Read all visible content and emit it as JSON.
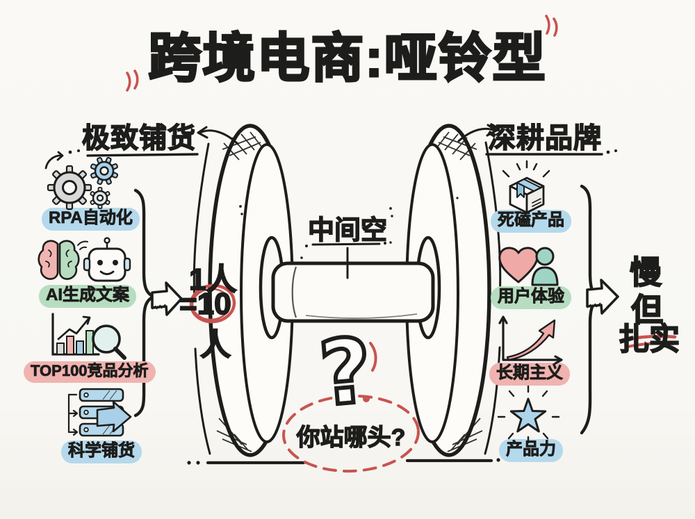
{
  "title": {
    "text": "跨境电商:哑铃型"
  },
  "left_section": {
    "heading": "极致铺货",
    "items": [
      {
        "icon": "gears-icon",
        "label": "RPA自动化",
        "highlight": "#b5d9ec"
      },
      {
        "icon": "brain-robot-icon",
        "label": "AI生成文案",
        "highlight": "#b7ddc0"
      },
      {
        "icon": "bar-chart-magnifier-icon",
        "label": "TOP100竞品分析",
        "highlight": "#f0b3b0"
      },
      {
        "icon": "servers-flow-icon",
        "label": "科学铺货",
        "highlight": "#b5d9ec"
      }
    ],
    "result": {
      "line1": "1人",
      "line2": "=10",
      "line3": "人",
      "circled_value": "10"
    }
  },
  "dumbbell": {
    "bar_label": "中间空",
    "question_mark": "?",
    "question": "你站哪头?"
  },
  "right_section": {
    "heading": "深耕品牌",
    "items": [
      {
        "icon": "package-icon",
        "label": "死磕产品",
        "highlight": "#b5d9ec"
      },
      {
        "icon": "heart-user-icon",
        "label": "用户体验",
        "highlight": "#b7ddc0"
      },
      {
        "icon": "growth-curve-icon",
        "label": "长期主义",
        "highlight": "#f0b3b0"
      },
      {
        "icon": "star-icon",
        "label": "产品力",
        "highlight": "#b5d9ec"
      }
    ],
    "result": {
      "line1": "慢",
      "line2": "但",
      "line3": "扎实"
    }
  },
  "colors": {
    "ink": "#1d1d1b",
    "accent_red": "#c75450",
    "highlight_blue": "#b5d9ec",
    "highlight_green": "#b7ddc0",
    "highlight_pink": "#f0b3b0",
    "background": "#f9f8f5"
  }
}
